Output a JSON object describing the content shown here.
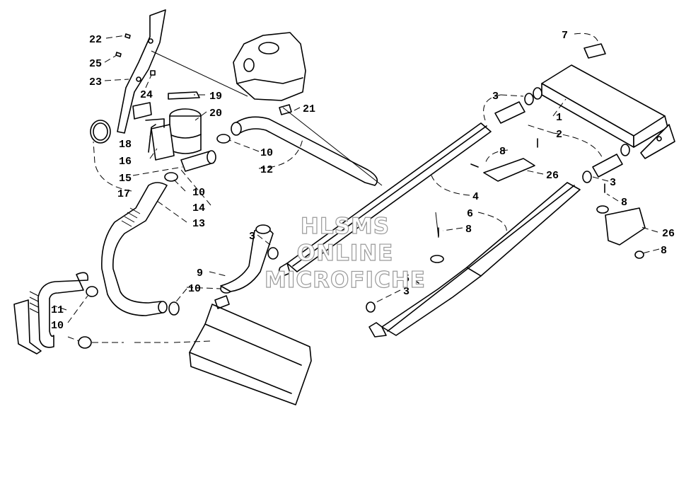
{
  "callouts": {
    "c22": "22",
    "c25": "25",
    "c23": "23",
    "c24": "24",
    "c19": "19",
    "c20": "20",
    "c21": "21",
    "c18": "18",
    "c16": "16",
    "c15": "15",
    "c17": "17",
    "c10a": "10",
    "c12": "12",
    "c10b": "10",
    "c14": "14",
    "c13": "13",
    "c3a": "3",
    "c9": "9",
    "c10c": "10",
    "c11": "11",
    "c10d": "10",
    "c7": "7",
    "c3b": "3",
    "c1": "1",
    "c2": "2",
    "c8a": "8",
    "c26a": "26",
    "c3c": "3",
    "c4": "4",
    "c8b": "8",
    "c6": "6",
    "c8c": "8",
    "c26b": "26",
    "c8d": "8",
    "c5": "5",
    "c3d": "3"
  },
  "watermark": {
    "line1": "HLSMS",
    "line2": "ONLINE",
    "line3": "MICROFICHE"
  }
}
